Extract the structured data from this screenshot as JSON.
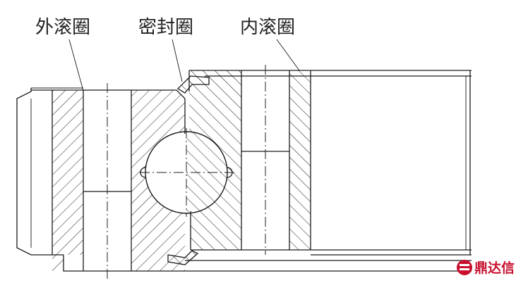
{
  "labels": {
    "outer_ring": "外滚圈",
    "seal": "密封圈",
    "inner_ring": "内滚圈"
  },
  "watermark": {
    "text": "鼎达信",
    "color": "#c8102e"
  }
}
